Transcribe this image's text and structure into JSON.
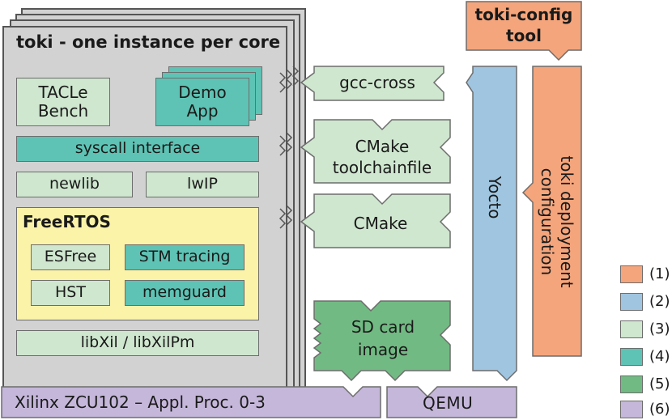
{
  "toki": {
    "title": "toki - one instance per core",
    "tacle": "TACLe Bench",
    "demo_app": "Demo App",
    "syscall": "syscall interface",
    "newlib": "newlib",
    "lwip": "lwIP",
    "freertos": {
      "title": "FreeRTOS",
      "esfree": "ESFree",
      "stm": "STM tracing",
      "hst": "HST",
      "memguard": "memguard"
    },
    "libxil": "libXil / libXilPm"
  },
  "tools": {
    "gcc": "gcc-cross",
    "cmake_tc": "CMake toolchainfile",
    "cmake": "CMake",
    "sdcard": "SD card image",
    "yocto": "Yocto",
    "deploy": "toki deployment configuration",
    "config_tool": "toki-config tool"
  },
  "platform": {
    "board": "Xilinx ZCU102  – Appl. Proc. 0-3",
    "qemu": "QEMU"
  },
  "legend": [
    "(1)",
    "(2)",
    "(3)",
    "(4)",
    "(5)",
    "(6)"
  ],
  "legend_colors": [
    "#f4a57c",
    "#9fc5e0",
    "#cfe6cf",
    "#5ec3b4",
    "#72ba83",
    "#c5b7da"
  ]
}
